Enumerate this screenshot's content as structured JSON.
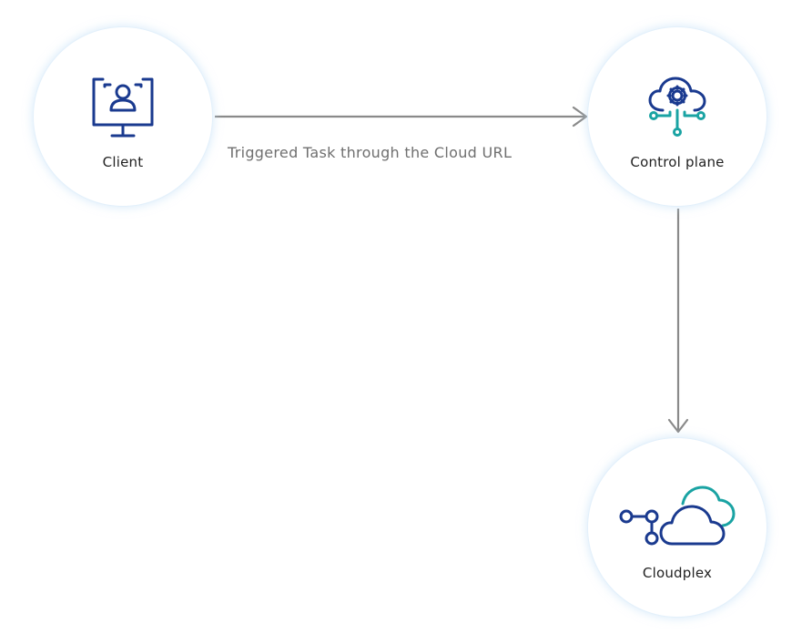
{
  "nodes": {
    "client": {
      "label": "Client",
      "icon": "monitor-user-icon"
    },
    "control_plane": {
      "label": "Control plane",
      "icon": "cloud-gear-circuit-icon"
    },
    "cloudplex": {
      "label": "Cloudplex",
      "icon": "cloud-network-icon"
    }
  },
  "edges": [
    {
      "from": "Client",
      "to": "Control plane",
      "label": "Triggered Task through the Cloud URL"
    },
    {
      "from": "Control plane",
      "to": "Cloudplex",
      "label": ""
    }
  ],
  "colors": {
    "icon_blue": "#1a3a8f",
    "icon_teal": "#1aa3a3",
    "arrow_gray": "#8a8a8a",
    "label_gray": "#6f6f6f"
  }
}
